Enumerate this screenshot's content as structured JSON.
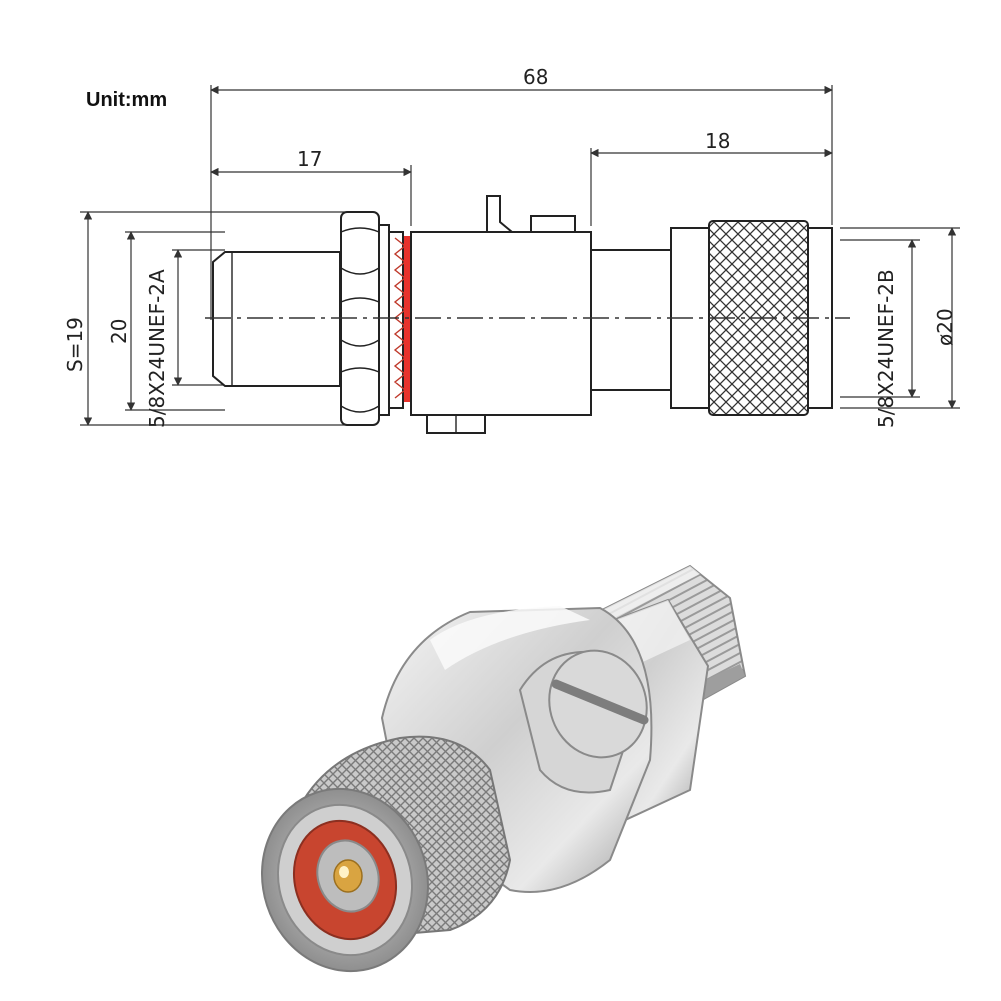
{
  "drawing": {
    "unit_label": "Unit:mm",
    "dims": {
      "overall_length": "68",
      "left_length": "17",
      "right_length": "18",
      "hex_size": "S=19",
      "left_diameter": "20",
      "right_diameter": "ø20",
      "left_thread": "5/8X24UNEF-2A",
      "right_thread": "5/8X24UNEF-2B"
    },
    "colors": {
      "line": "#222222",
      "seal": "#e8322c",
      "knurl": "#333333"
    }
  },
  "photo": {
    "colors": {
      "metal_light": "#eeeeee",
      "metal_mid": "#b9b9b9",
      "metal_dark": "#7d7d7d",
      "insulator": "#c8452f",
      "pin": "#d9a441"
    }
  }
}
